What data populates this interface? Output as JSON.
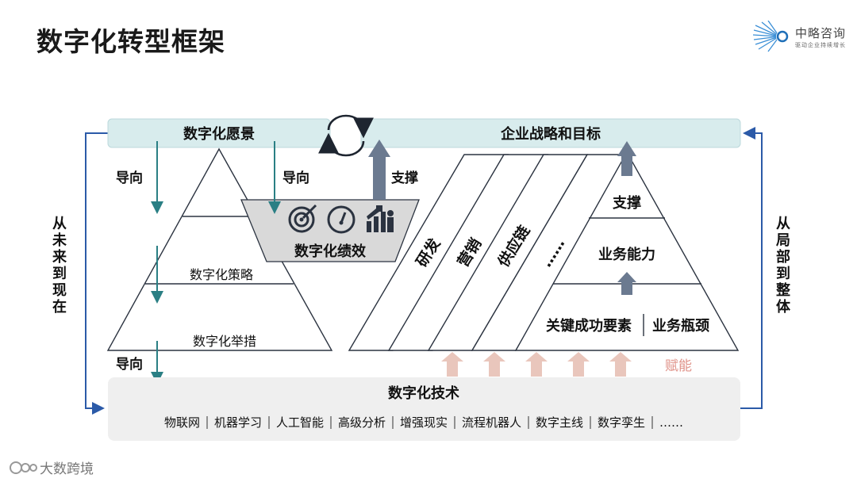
{
  "header": {
    "title": "数字化转型框架",
    "brand_name": "中略咨询",
    "brand_sub": "驱动企业持续增长"
  },
  "footer": {
    "watermark": "大数跨境"
  },
  "colors": {
    "bar_fill": "#d8eced",
    "bar_stroke": "#bcd9dc",
    "arrow_teal": "#2a7f84",
    "arrow_gray": "#6b7a90",
    "arrow_blue": "#2b5aa8",
    "arrow_pink": "#e9c6bc",
    "label_pink": "#e0938a",
    "line_dark": "#2b3340",
    "tech_fill": "#efefef"
  },
  "diagram": {
    "vision_bar": "数字化愿景",
    "strategy_bar": "企业战略和目标",
    "guide_label": "导向",
    "support_label": "支撑",
    "enable_label": "赋能",
    "left_side_text": "从未来到现在",
    "right_side_text": "从局部到整体",
    "left_pyramid": {
      "tier1": "数字化策略",
      "tier2": "数字化举措"
    },
    "performance": {
      "label": "数字化绩效",
      "icons": [
        "target-icon",
        "speedometer-icon",
        "growth-chart-icon"
      ]
    },
    "value_chain": [
      "研发",
      "营销",
      "供应链",
      "……"
    ],
    "right_pyramid": {
      "top": "支撑",
      "middle": "业务能力",
      "bottom_left": "关键成功要素",
      "bottom_right": "业务瓶颈"
    },
    "tech": {
      "title": "数字化技术",
      "items": [
        "物联网",
        "机器学习",
        "人工智能",
        "高级分析",
        "增强现实",
        "流程机器人",
        "数字主线",
        "数字孪生",
        "……"
      ]
    }
  }
}
